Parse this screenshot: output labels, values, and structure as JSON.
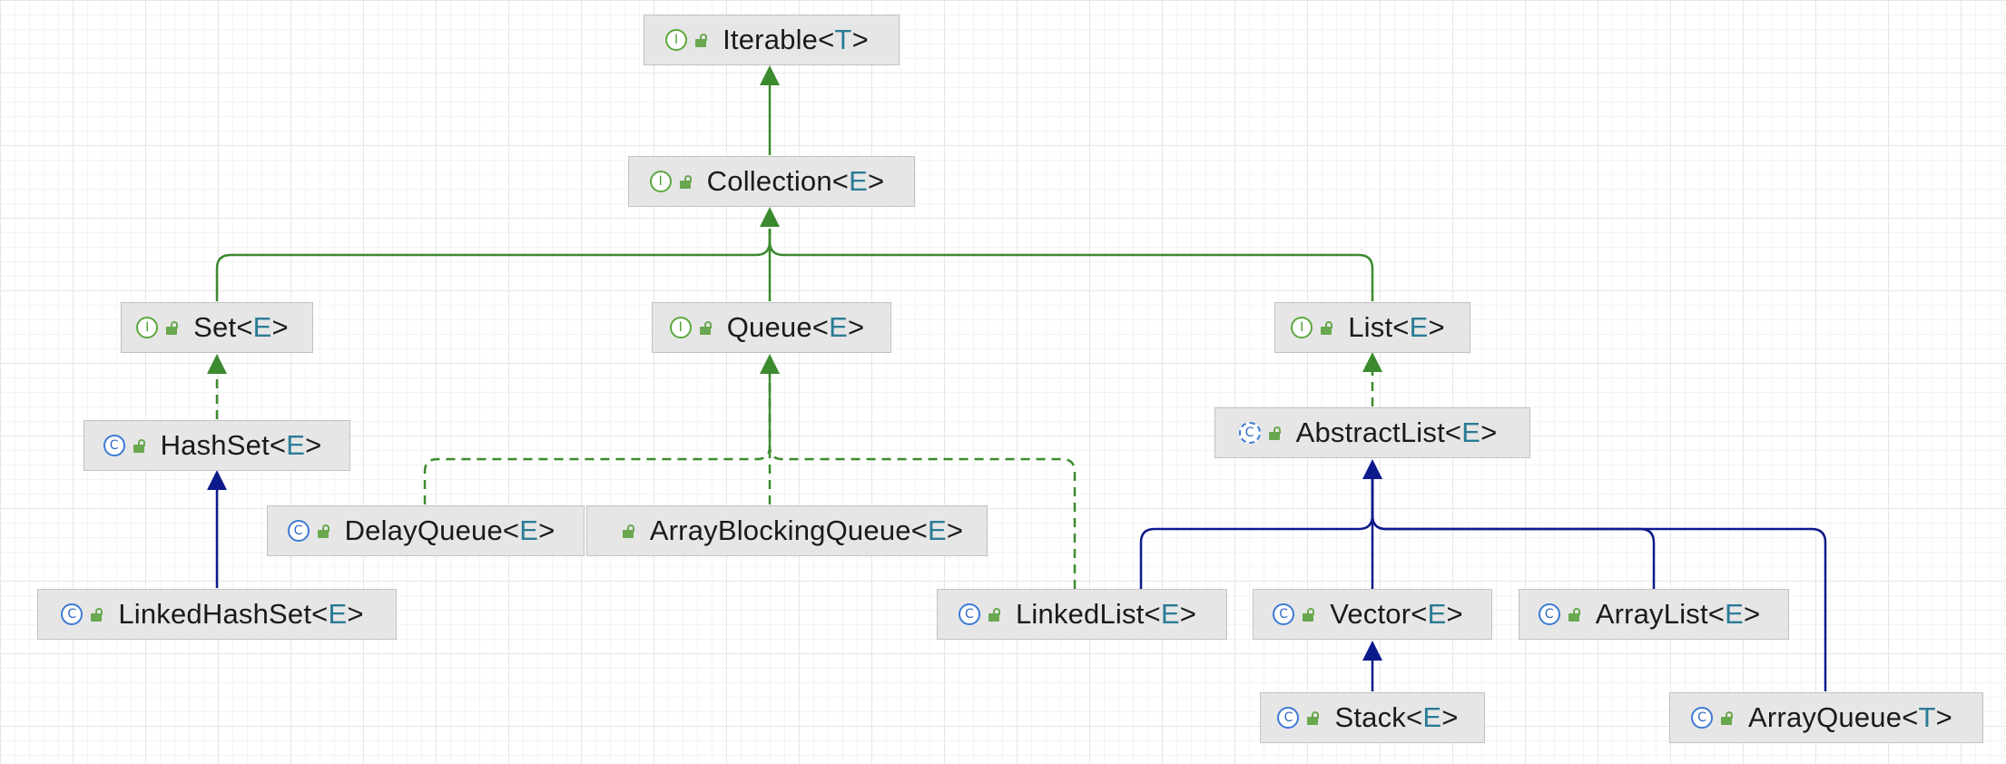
{
  "diagram": {
    "nodes": [
      {
        "id": "iterable",
        "name": "Iterable",
        "type_param": "T",
        "kind": "interface"
      },
      {
        "id": "collection",
        "name": "Collection",
        "type_param": "E",
        "kind": "interface"
      },
      {
        "id": "set",
        "name": "Set",
        "type_param": "E",
        "kind": "interface"
      },
      {
        "id": "queue",
        "name": "Queue",
        "type_param": "E",
        "kind": "interface"
      },
      {
        "id": "list",
        "name": "List",
        "type_param": "E",
        "kind": "interface"
      },
      {
        "id": "hashset",
        "name": "HashSet",
        "type_param": "E",
        "kind": "class"
      },
      {
        "id": "abstractlist",
        "name": "AbstractList",
        "type_param": "E",
        "kind": "abstract"
      },
      {
        "id": "delayqueue",
        "name": "DelayQueue",
        "type_param": "E",
        "kind": "class"
      },
      {
        "id": "arrayblockingqueue",
        "name": "ArrayBlockingQueue",
        "type_param": "E",
        "kind": "class"
      },
      {
        "id": "linkedhashset",
        "name": "LinkedHashSet",
        "type_param": "E",
        "kind": "class"
      },
      {
        "id": "linkedlist",
        "name": "LinkedList",
        "type_param": "E",
        "kind": "class"
      },
      {
        "id": "vector",
        "name": "Vector",
        "type_param": "E",
        "kind": "class"
      },
      {
        "id": "arraylist",
        "name": "ArrayList",
        "type_param": "E",
        "kind": "class"
      },
      {
        "id": "stack",
        "name": "Stack",
        "type_param": "E",
        "kind": "class"
      },
      {
        "id": "arrayqueue",
        "name": "ArrayQueue",
        "type_param": "T",
        "kind": "class"
      }
    ],
    "edges": [
      {
        "from": "collection",
        "to": "iterable",
        "relation": "extends"
      },
      {
        "from": "set",
        "to": "collection",
        "relation": "extends"
      },
      {
        "from": "queue",
        "to": "collection",
        "relation": "extends"
      },
      {
        "from": "list",
        "to": "collection",
        "relation": "extends"
      },
      {
        "from": "hashset",
        "to": "set",
        "relation": "implements"
      },
      {
        "from": "abstractlist",
        "to": "list",
        "relation": "implements"
      },
      {
        "from": "delayqueue",
        "to": "queue",
        "relation": "implements"
      },
      {
        "from": "arrayblockingqueue",
        "to": "queue",
        "relation": "implements"
      },
      {
        "from": "linkedlist",
        "to": "queue",
        "relation": "implements"
      },
      {
        "from": "linkedhashset",
        "to": "hashset",
        "relation": "class-extends"
      },
      {
        "from": "linkedlist",
        "to": "abstractlist",
        "relation": "class-extends"
      },
      {
        "from": "vector",
        "to": "abstractlist",
        "relation": "class-extends"
      },
      {
        "from": "arraylist",
        "to": "abstractlist",
        "relation": "class-extends"
      },
      {
        "from": "arrayqueue",
        "to": "abstractlist",
        "relation": "class-extends"
      },
      {
        "from": "stack",
        "to": "vector",
        "relation": "class-extends"
      }
    ],
    "badges": {
      "interface": "I",
      "class": "C",
      "abstract": "C"
    },
    "colors": {
      "interface_edge": "#3c8a2e",
      "class_edge": "#0d1a8c",
      "node_fill": "#e6e6e6",
      "node_border": "#c2c2c2",
      "type_param": "#2a7b96"
    }
  }
}
